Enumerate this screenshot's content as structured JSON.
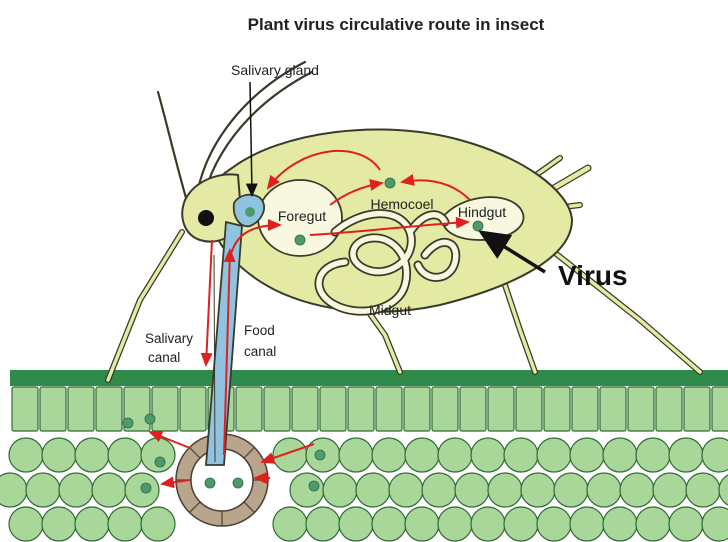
{
  "title": "Plant virus circulative route in insect",
  "labels": {
    "salivary_gland": "Salivary gland",
    "hemocoel": "Hemocoel",
    "foregut": "Foregut",
    "hindgut": "Hindgut",
    "midgut": "Midgut",
    "salivary_canal_1": "Salivary",
    "salivary_canal_2": "canal",
    "food_canal_1": "Food",
    "food_canal_2": "canal",
    "virus": "Virus"
  },
  "colors": {
    "insect_body": "#e4e9a4",
    "insect_outline": "#3a3a2a",
    "leaf_surface": "#2e8b4a",
    "cell_fill": "#a9d79a",
    "cell_outline": "#2f6b35",
    "virus_particle": "#4f9a6a",
    "arrow": "#e02020",
    "vascular_ring": "#b8a58c",
    "salivary_gland": "#8fc3e0"
  }
}
